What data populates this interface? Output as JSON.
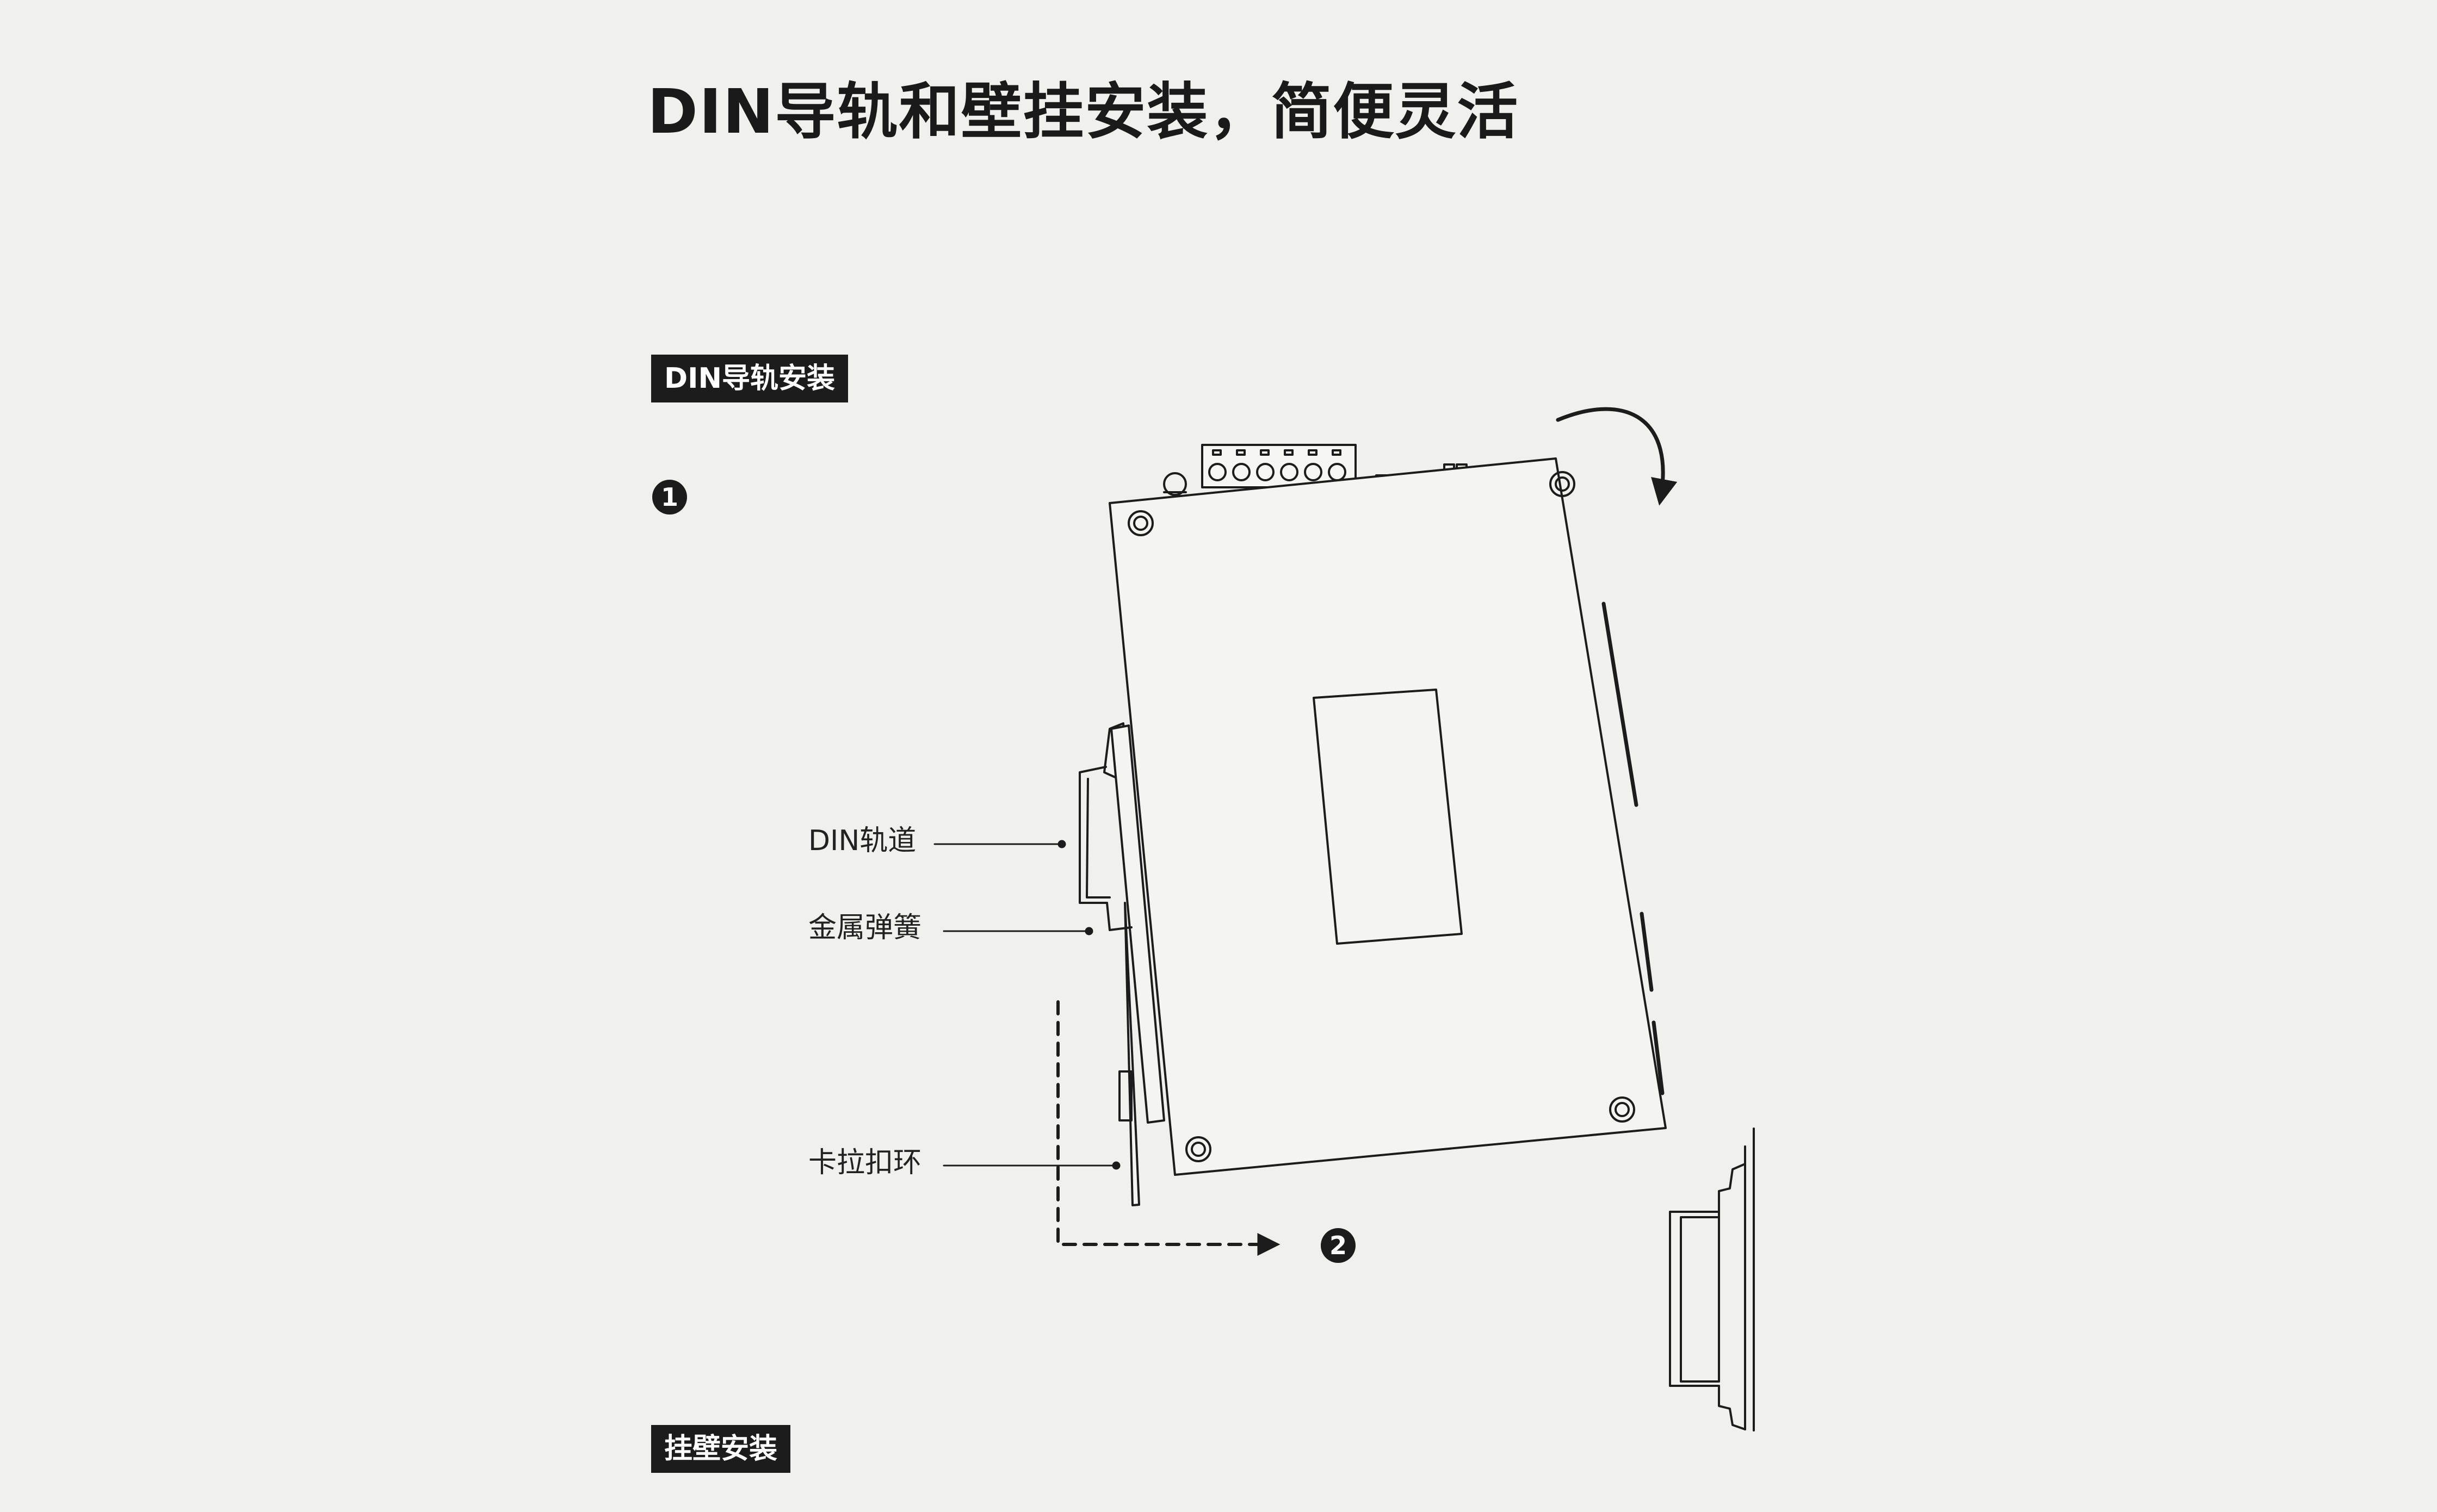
{
  "title": "DIN导轨和壁挂安装，简便灵活",
  "sections": {
    "din": "DIN导轨安装",
    "wall": "挂壁安装"
  },
  "steps": {
    "one": "1",
    "two": "2"
  },
  "callouts": {
    "rail": "DIN轨道",
    "spring": "金属弹簧",
    "latch": "卡拉扣环"
  },
  "colors": {
    "background": "#f0f0ef",
    "ink": "#1c1c1c"
  },
  "icons": {
    "rotate_arrow": "curved-arrow-clockwise",
    "push_arrow": "dashed-arrow-right"
  }
}
